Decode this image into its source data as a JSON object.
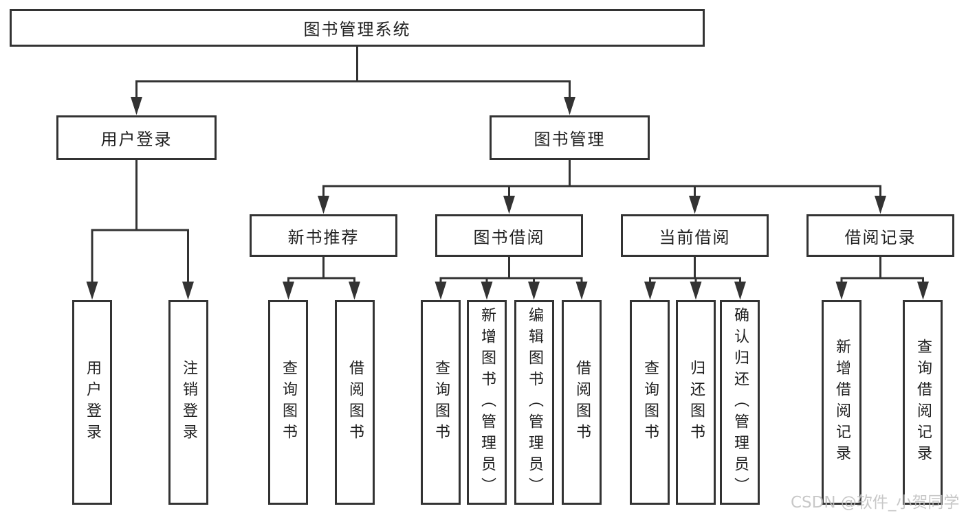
{
  "diagram_title": "图书管理系统",
  "tree": {
    "root": {
      "label": "图书管理系统"
    },
    "branches": [
      {
        "label": "用户登录",
        "children": [
          {
            "label": "用户登录"
          },
          {
            "label": "注销登录"
          }
        ]
      },
      {
        "label": "图书管理",
        "children": [
          {
            "label": "新书推荐",
            "children": [
              {
                "label": "查询图书"
              },
              {
                "label": "借阅图书"
              }
            ]
          },
          {
            "label": "图书借阅",
            "children": [
              {
                "label": "查询图书"
              },
              {
                "label": "新增图书（管理员）"
              },
              {
                "label": "编辑图书（管理员）"
              },
              {
                "label": "借阅图书"
              }
            ]
          },
          {
            "label": "当前借阅",
            "children": [
              {
                "label": "查询图书"
              },
              {
                "label": "归还图书"
              },
              {
                "label": "确认归还（管理员）"
              }
            ]
          },
          {
            "label": "借阅记录",
            "children": [
              {
                "label": "新增借阅记录"
              },
              {
                "label": "查询借阅记录"
              }
            ]
          }
        ]
      }
    ]
  },
  "watermark": {
    "text": "CSDN @软件_小贺同学"
  },
  "colors": {
    "line": "#333333",
    "text": "#1f1f1f",
    "box_background": "#ffffff",
    "page_background": "#ffffff",
    "watermark": "#bfbfbf"
  }
}
